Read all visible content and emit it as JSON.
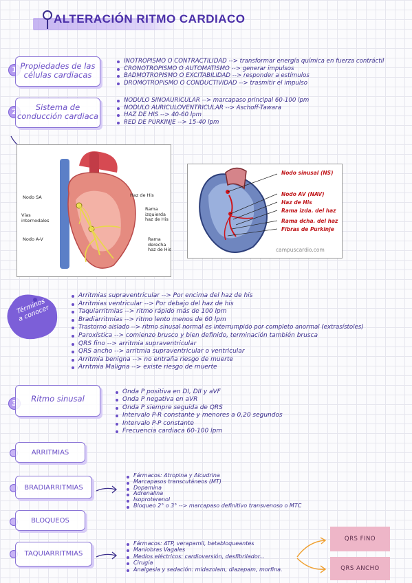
{
  "title": "ALTERACIÓN RITMO CARDIACO",
  "sections": {
    "propiedades": {
      "number": "1",
      "label_line1": "Propiedades de las",
      "label_line2": "células cardiacas",
      "items": [
        {
          "term": "INOTROPISMO O CONTRACTILIDAD",
          "desc": "--> transformar energía química en fuerza contráctil"
        },
        {
          "term": "CRONOTROPISMO O AUTOMATISMO",
          "desc": "--> generar impulsos"
        },
        {
          "term": "BADMOTROPISMO O EXCITABILIDAD",
          "desc": "--> responder a estímulos"
        },
        {
          "term": "DROMOTROPISMO O CONDUCTIVIDAD",
          "desc": "--> trasmitir el impulso"
        }
      ]
    },
    "sistema": {
      "number": "2",
      "label_line1": "Sistema de",
      "label_line2": "conducción cardiaca",
      "items": [
        {
          "term": "NODULO SINOAURICULAR",
          "desc": "--> marcapaso principal 60-100 lpm"
        },
        {
          "term": "NODULO AURICULOVENTRICULAR",
          "desc": "--> Aschoff-Tawara"
        },
        {
          "term": "HAZ DE HIS",
          "desc": "--> 40-60 lpm"
        },
        {
          "term": "RED DE PURKINJE",
          "desc": "--> 15-40 lpm"
        }
      ]
    },
    "terminos": {
      "label_line1": "Términos",
      "label_line2": "a conocer",
      "items": [
        "Arritmias supraventricular --> Por encima del haz de his",
        "Arritmias ventricular --> Por debajo del haz de his",
        "Taquiarritmias --> ritmo rápido más de 100 lpm",
        "Bradiarritmias --> ritmo lento menos de 60 lpm",
        "Trastorno aislado --> ritmo sinusal normal es interrumpido por completo anormal (extrasístoles)",
        "Paroxística --> comienzo brusco y bien definido, terminación también brusca",
        "QRS fino --> arritmia supraventricular",
        "QRS ancho --> arritmia supraventricular o ventricular",
        "Arritmia benigna --> no entraña riesgo de muerte",
        "Arritmia Maligna --> existe riesgo de muerte"
      ]
    },
    "ritmo": {
      "number": "3",
      "label": "Ritmo sinusal",
      "items": [
        "Onda P positiva en DI, DII y aVF",
        "Onda P negativa en aVR",
        "Onda P siempre seguida de QRS",
        "Intervalo P-R constante y menores a 0,20 segundos",
        "Intervalo P-P constante",
        "Frecuencia cardiaca 60-100 lpm"
      ]
    },
    "arritmias": {
      "label": "ARRITMIAS"
    },
    "bradiarritmias": {
      "label": "BRADIARRITMIAS",
      "items": [
        "Fármacos: Atropina y Alcudrina",
        "Marcapasos transcutáneos (MT)",
        "Dopamina",
        "Adrenalina",
        "Isoproterenol",
        "Bloqueo 2° o 3° --> marcapaso definitivo transvenoso o MTC"
      ]
    },
    "bloqueos": {
      "label": "BLOQUEOS"
    },
    "taquiarritmias": {
      "label": "TAQUIARRITMIAS",
      "items": [
        "Fármacos: ATP, verapamil, betabloqueantes",
        "Maniobras Vagales",
        "Medios eléctricos: cardioversión, desfibrilador...",
        "Cirugía",
        "Analgesia y sedación: midazolam, diazepam, morfina."
      ]
    },
    "qrs": {
      "fino": "QRS FINO",
      "ancho": "QRS ANCHO"
    }
  },
  "figure_left": {
    "labels": [
      "Nodo SA",
      "Vías internodales",
      "Nodo A-V",
      "Haz de His",
      "Rama izquierda haz de His",
      "Rama derecha haz de His"
    ]
  },
  "figure_right": {
    "labels": [
      "Nodo sinusal (NS)",
      "Nodo AV (NAV)",
      "Haz de His",
      "Rama izda. del haz",
      "Rama dcha. del haz",
      "Fibras de Purkinje"
    ],
    "credit": "campuscardio.com"
  },
  "colors": {
    "accent": "#6b4fc7",
    "box_shadow": "#d8cdf7",
    "pink": "#eeb6c8",
    "blob": "#7c5fd8"
  }
}
